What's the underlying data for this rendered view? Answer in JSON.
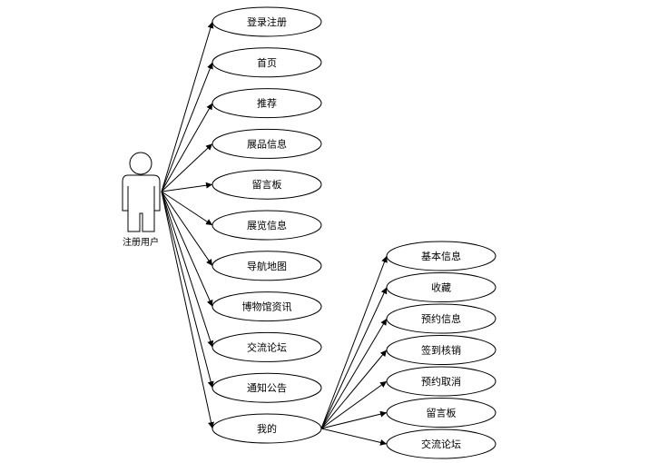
{
  "diagram": {
    "actor": {
      "label": "注册用户"
    },
    "primary_use_cases": [
      {
        "id": "login",
        "label": "登录注册"
      },
      {
        "id": "home",
        "label": "首页"
      },
      {
        "id": "recommend",
        "label": "推荐"
      },
      {
        "id": "exhibit-info",
        "label": "展品信息"
      },
      {
        "id": "message-board",
        "label": "留言板"
      },
      {
        "id": "exhibition-info",
        "label": "展览信息"
      },
      {
        "id": "nav-map",
        "label": "导航地图"
      },
      {
        "id": "museum-news",
        "label": "博物馆资讯"
      },
      {
        "id": "forum",
        "label": "交流论坛"
      },
      {
        "id": "notice",
        "label": "通知公告"
      },
      {
        "id": "mine",
        "label": "我的"
      }
    ],
    "sub_use_cases": [
      {
        "id": "basic-info",
        "label": "基本信息"
      },
      {
        "id": "favorites",
        "label": "收藏"
      },
      {
        "id": "reservation-info",
        "label": "预约信息"
      },
      {
        "id": "checkin",
        "label": "签到核销"
      },
      {
        "id": "reservation-cancel",
        "label": "预约取消"
      },
      {
        "id": "sub-message-board",
        "label": "留言板"
      },
      {
        "id": "sub-forum",
        "label": "交流论坛"
      }
    ]
  }
}
